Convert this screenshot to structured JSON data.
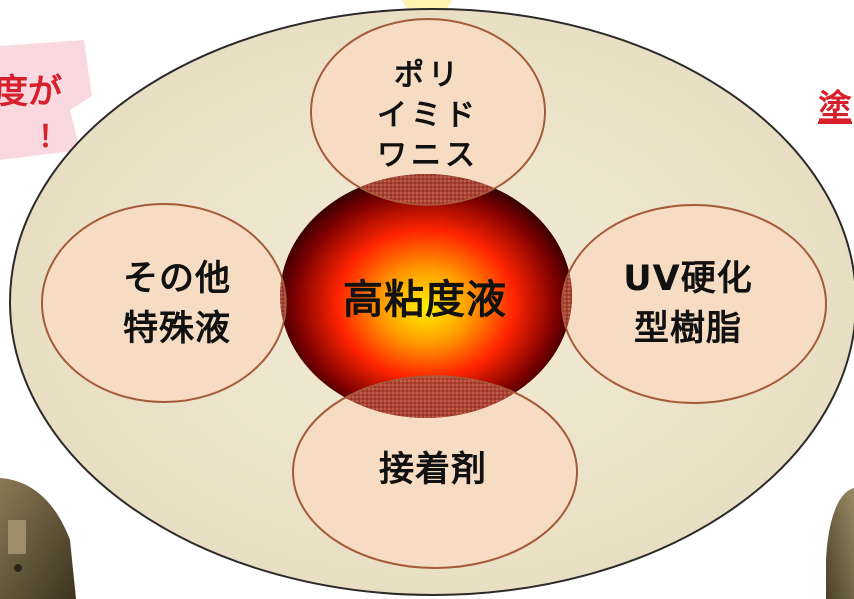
{
  "diagram": {
    "center_label": "高粘度液",
    "top_label": [
      "ポリ",
      "イミド",
      "ワニス"
    ],
    "left_label": [
      "その他",
      "特殊液"
    ],
    "right_label": [
      "UV硬化",
      "型樹脂"
    ],
    "bottom_label": "接着剤"
  },
  "edge_fragments": {
    "left_line1": "度が",
    "left_line2": "！",
    "right_line1": "塗"
  },
  "colors": {
    "outer_fill": "#ede4cc",
    "outer_stroke": "#2a2a2a",
    "petal_fill": "#f6dcc3",
    "petal_stroke": "#a55a3a",
    "center_core": "#ffe600",
    "center_mid": "#ff2b00",
    "center_edge": "#1a0000",
    "accent_text": "#d8202c"
  }
}
